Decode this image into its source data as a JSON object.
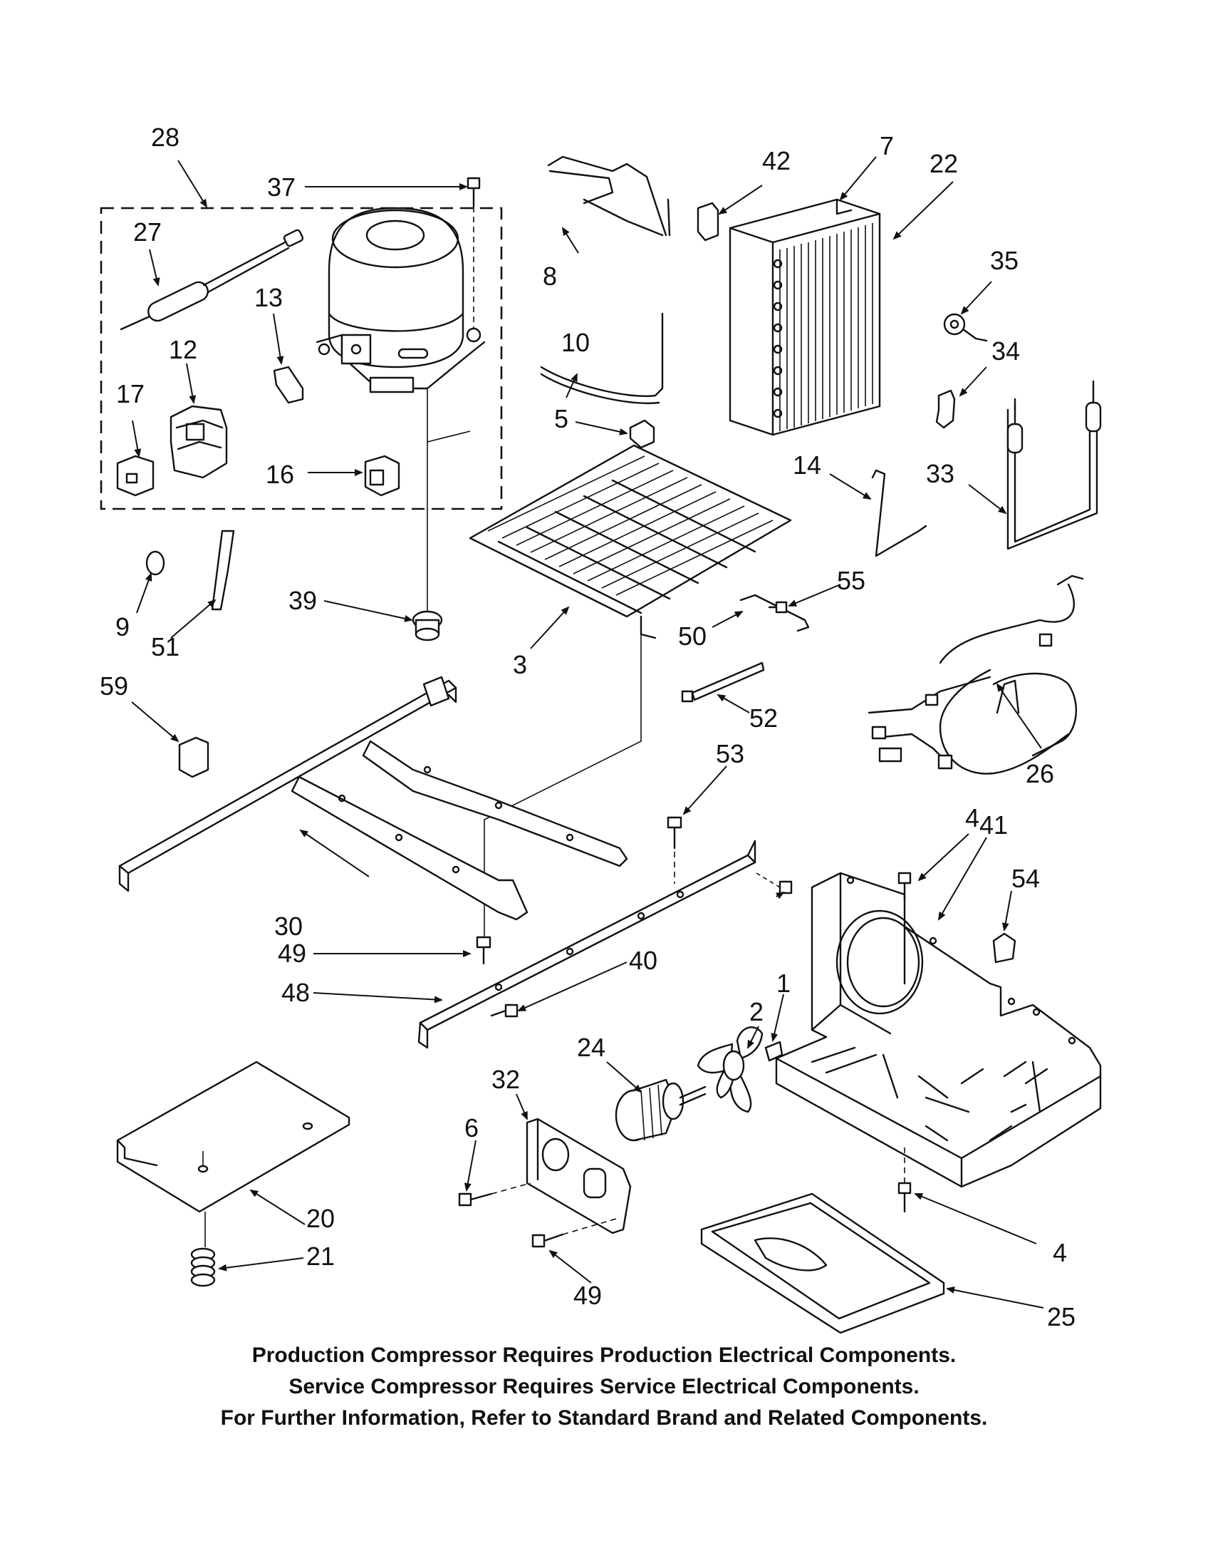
{
  "callouts": [
    "1",
    "2",
    "3",
    "4",
    "4",
    "5",
    "6",
    "7",
    "8",
    "9",
    "10",
    "12",
    "13",
    "14",
    "16",
    "17",
    "20",
    "21",
    "22",
    "24",
    "25",
    "26",
    "27",
    "28",
    "30",
    "32",
    "33",
    "34",
    "35",
    "37",
    "39",
    "40",
    "41",
    "42",
    "48",
    "49",
    "49",
    "50",
    "51",
    "52",
    "53",
    "54",
    "55",
    "59"
  ],
  "notes": [
    "Production Compressor Requires Production Electrical Components.",
    "Service Compressor Requires Service Electrical Components.",
    "For Further Information, Refer to Standard Brand and Related Components."
  ]
}
